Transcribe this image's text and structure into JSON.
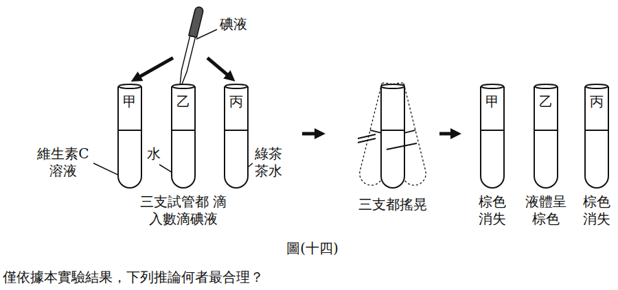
{
  "diagram": {
    "caption": "圖(十四)",
    "nodes": [
      {
        "text": [
          "碘液"
        ]
      },
      {
        "text": [
          "甲"
        ]
      },
      {
        "text": [
          "乙"
        ]
      },
      {
        "text": [
          "丙"
        ]
      },
      {
        "text": [
          "甲"
        ]
      },
      {
        "text": [
          "乙"
        ]
      },
      {
        "text": [
          "丙"
        ]
      }
    ],
    "edges": [
      {
        "from": 0,
        "to": 1,
        "arrow": "to"
      },
      {
        "from": 0,
        "to": 3,
        "arrow": "to"
      }
    ],
    "labels": [
      "維生素C 溶液",
      "水",
      "綠茶 茶水",
      "三支試管都 滴入數滴碘液",
      "三支都搖晃",
      "棕色 消失",
      "液體呈 棕色",
      "棕色 消失",
      "僅依據本實驗結果，下列推論何者最合理？"
    ]
  }
}
